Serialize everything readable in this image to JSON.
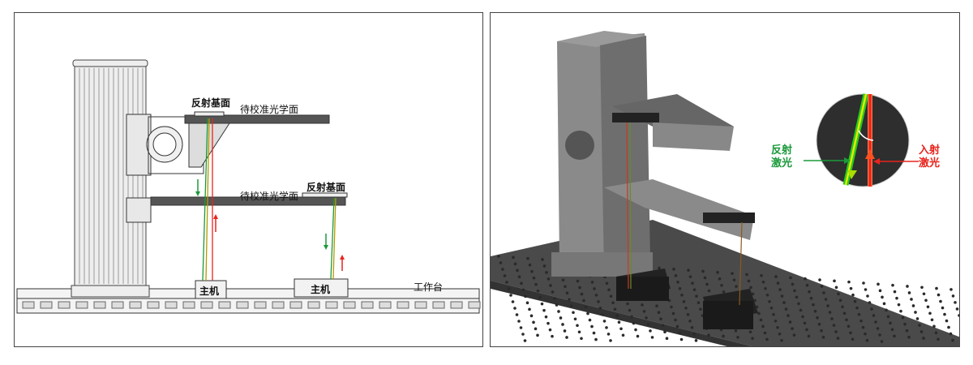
{
  "left_panel": {
    "labels": {
      "reflect_base_top": "反射基面",
      "optical_surface_top": "待校准光学面",
      "optical_surface_bottom": "待校准光学面",
      "reflect_base_bottom": "反射基面",
      "host_left": "主机",
      "host_right": "主机",
      "workbench": "工作台"
    }
  },
  "right_panel": {
    "zoom_labels": {
      "reflected_laser_1": "反射",
      "reflected_laser_2": "激光",
      "incident_laser_1": "入射",
      "incident_laser_2": "激光"
    },
    "colors": {
      "reflected": "#1a9a3a",
      "incident": "#e8231c"
    }
  }
}
